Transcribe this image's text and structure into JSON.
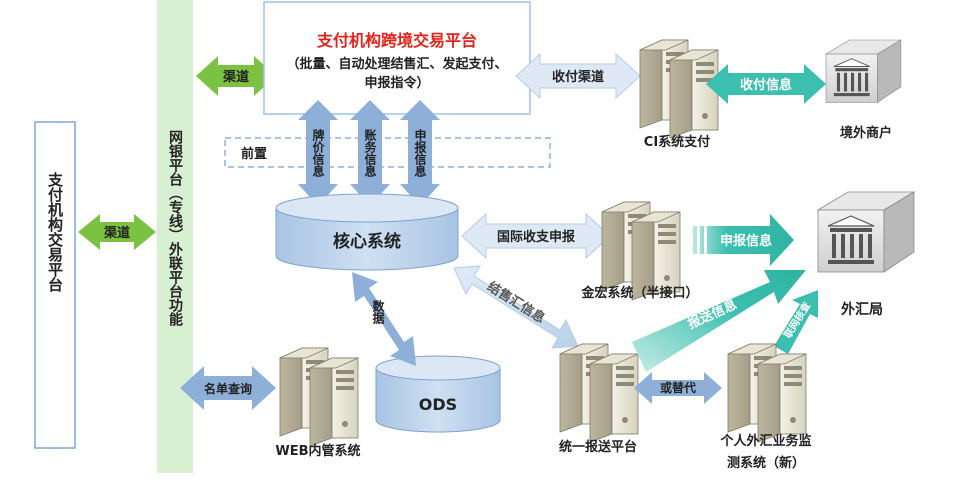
{
  "nodes": {
    "left_platform": "支付机构交易平台",
    "gateway": "网银平台（专线）外联平台功能",
    "main_platform_title": "支付机构跨境交易平台",
    "main_platform_line1": "（批量、自动处理结售汇、发起支付、",
    "main_platform_line2": "申报指令）",
    "front": "前置",
    "core": "核心系统",
    "ods": "ODS",
    "ci_system": "CI系统支付",
    "overseas_merchant": "境外商户",
    "jinhong": "金宏系统（半接口）",
    "safe": "外汇局",
    "unified_report": "统一报送平台",
    "personal_fx_line1": "个人外汇业务监",
    "personal_fx_line2": "测系统（新）",
    "web_admin": "WEB内管系统"
  },
  "edges": {
    "channel_left": "渠道",
    "channel_top": "渠道",
    "collect_pay_channel": "收付渠道",
    "collect_pay_info": "收付信息",
    "quote_info": "牌价信息",
    "account_info": "账务信息",
    "report_info": "申报信息",
    "intl_report": "国际收支申报",
    "declare_info": "申报信息",
    "data": "数据",
    "fx_info": "结售汇信息",
    "report_send_info": "报送信息",
    "network_check": "联网核查",
    "replace": "或替代",
    "name_query": "名单查询"
  },
  "colors": {
    "green": "#7cc242",
    "gateway_green": "#d8f0d2",
    "blue_arrow": "#8eb0d8",
    "light_blue_arrow": "#c5d8ec",
    "teal": "#3dbfb0",
    "red_title": "#e2231a",
    "cylinder": "#bcd2ea",
    "dash": "#8fb3d9"
  }
}
